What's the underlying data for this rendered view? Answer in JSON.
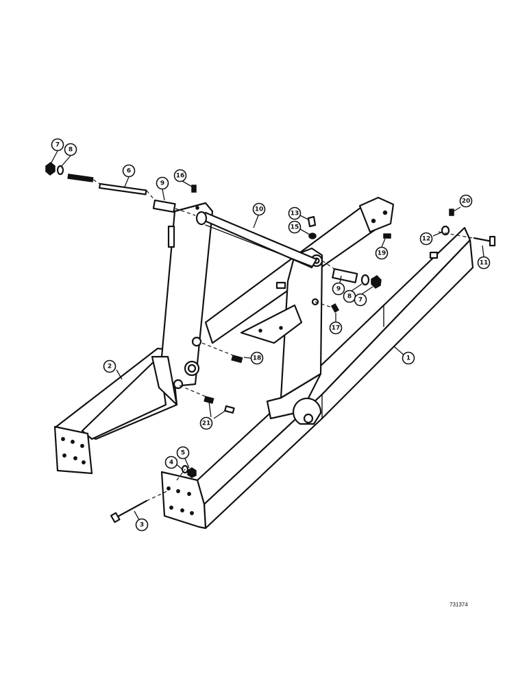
{
  "diagram": {
    "document_number": "731374",
    "callouts": [
      {
        "id": "c7a",
        "label": "7"
      },
      {
        "id": "c8a",
        "label": "8"
      },
      {
        "id": "c6",
        "label": "6"
      },
      {
        "id": "c9a",
        "label": "9"
      },
      {
        "id": "c16",
        "label": "16"
      },
      {
        "id": "c10",
        "label": "10"
      },
      {
        "id": "c13",
        "label": "13"
      },
      {
        "id": "c15",
        "label": "15"
      },
      {
        "id": "c19",
        "label": "19"
      },
      {
        "id": "c20",
        "label": "20"
      },
      {
        "id": "c12",
        "label": "12"
      },
      {
        "id": "c11",
        "label": "11"
      },
      {
        "id": "c9b",
        "label": "9"
      },
      {
        "id": "c8b",
        "label": "8"
      },
      {
        "id": "c7b",
        "label": "7"
      },
      {
        "id": "c17",
        "label": "17"
      },
      {
        "id": "c1",
        "label": "1"
      },
      {
        "id": "c18",
        "label": "18"
      },
      {
        "id": "c2",
        "label": "2"
      },
      {
        "id": "c21",
        "label": "21"
      },
      {
        "id": "c5",
        "label": "5"
      },
      {
        "id": "c4",
        "label": "4"
      },
      {
        "id": "c3",
        "label": "3"
      }
    ]
  }
}
